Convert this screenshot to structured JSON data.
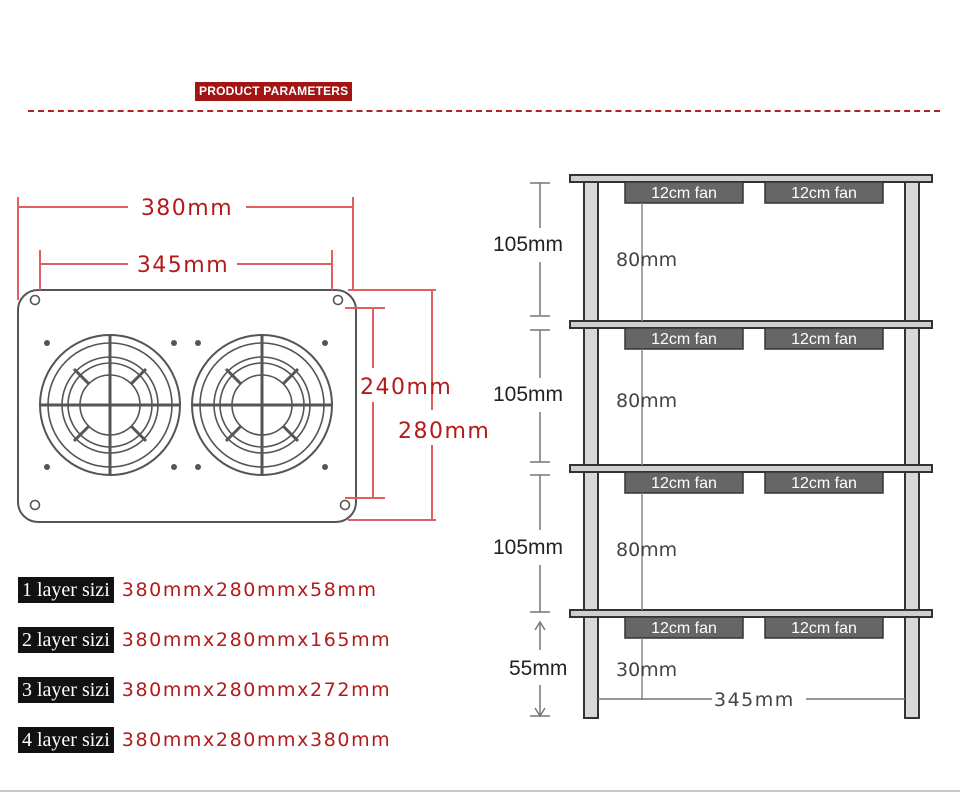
{
  "header": {
    "title": "PRODUCT PARAMETERS"
  },
  "plate": {
    "outer_width": "380mm",
    "hole_spacing": "345mm",
    "hole_height": "240mm",
    "outer_height": "280mm"
  },
  "shelf": {
    "layer_spacing": [
      "105mm",
      "105mm",
      "105mm",
      "55mm"
    ],
    "inner_clearance": [
      "80mm",
      "80mm",
      "80mm",
      "30mm"
    ],
    "fan_label": "12cm fan",
    "width": "345mm"
  },
  "sizes": [
    {
      "label": "1 layer sizi",
      "value": "380mmx280mmx58mm"
    },
    {
      "label": "2 layer sizi",
      "value": "380mmx280mmx165mm"
    },
    {
      "label": "3 layer sizi",
      "value": "380mmx280mmx272mm"
    },
    {
      "label": "4 layer sizi",
      "value": "380mmx280mmx380mm"
    }
  ],
  "colors": {
    "accent": "#b22222",
    "dim_line": "#e06060",
    "line": "#555555"
  }
}
